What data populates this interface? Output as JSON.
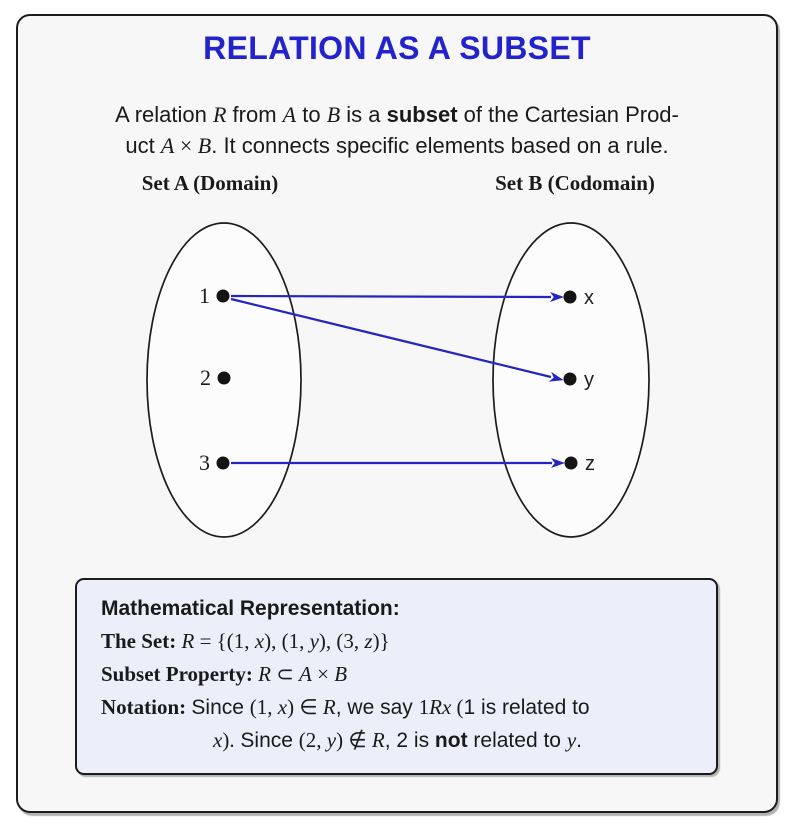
{
  "title": "RELATION AS A SUBSET",
  "intro": {
    "line1": [
      {
        "t": "A relation ",
        "s": "sf"
      },
      {
        "t": "R",
        "s": "it"
      },
      {
        "t": " from ",
        "s": "sf"
      },
      {
        "t": "A",
        "s": "it"
      },
      {
        "t": " to ",
        "s": "sf"
      },
      {
        "t": "B",
        "s": "it"
      },
      {
        "t": " is a ",
        "s": "sf"
      },
      {
        "t": "subset",
        "s": "sfb"
      },
      {
        "t": " of the Cartesian Prod-",
        "s": "sf"
      }
    ],
    "line2": [
      {
        "t": "uct ",
        "s": "sf"
      },
      {
        "t": "A",
        "s": "it"
      },
      {
        "t": " × ",
        "s": "rm"
      },
      {
        "t": "B",
        "s": "it"
      },
      {
        "t": ". It connects specific elements based on a rule.",
        "s": "sf"
      }
    ]
  },
  "diagram": {
    "set_a_label": "Set A (Domain)",
    "set_b_label": "Set B (Codomain)",
    "domain_elements": [
      "1",
      "2",
      "3"
    ],
    "codomain_elements": [
      "x",
      "y",
      "z"
    ],
    "arrows": [
      {
        "from": "1",
        "to": "x"
      },
      {
        "from": "1",
        "to": "y"
      },
      {
        "from": "3",
        "to": "z"
      }
    ]
  },
  "math_box": {
    "heading": "Mathematical Representation:",
    "the_set": [
      {
        "t": "The Set: ",
        "s": "rmb"
      },
      {
        "t": "R",
        "s": "it"
      },
      {
        "t": " = {(1, ",
        "s": "rm"
      },
      {
        "t": "x",
        "s": "it"
      },
      {
        "t": "), (1, ",
        "s": "rm"
      },
      {
        "t": "y",
        "s": "it"
      },
      {
        "t": "), (3, ",
        "s": "rm"
      },
      {
        "t": "z",
        "s": "it"
      },
      {
        "t": ")}",
        "s": "rm"
      }
    ],
    "subset_property": [
      {
        "t": "Subset Property: ",
        "s": "rmb"
      },
      {
        "t": "R",
        "s": "it"
      },
      {
        "t": " ⊂ ",
        "s": "rm"
      },
      {
        "t": "A",
        "s": "it"
      },
      {
        "t": " × ",
        "s": "rm"
      },
      {
        "t": "B",
        "s": "it"
      }
    ],
    "notation_line1": [
      {
        "t": "Notation: ",
        "s": "rmb"
      },
      {
        "t": "Since ",
        "s": "sf"
      },
      {
        "t": "(1, ",
        "s": "rm"
      },
      {
        "t": "x",
        "s": "it"
      },
      {
        "t": ") ∈ ",
        "s": "rm"
      },
      {
        "t": "R",
        "s": "it"
      },
      {
        "t": ", we say ",
        "s": "sf"
      },
      {
        "t": "1",
        "s": "rm"
      },
      {
        "t": "Rx",
        "s": "it"
      },
      {
        "t": " (",
        "s": "rm"
      },
      {
        "t": "1 is related to",
        "s": "sf"
      }
    ],
    "notation_line2": [
      {
        "t": "x",
        "s": "it"
      },
      {
        "t": ").",
        "s": "rm"
      },
      {
        "t": " Since ",
        "s": "sf"
      },
      {
        "t": "(2, ",
        "s": "rm"
      },
      {
        "t": "y",
        "s": "it"
      },
      {
        "t": ") ∉ ",
        "s": "rm"
      },
      {
        "t": "R",
        "s": "it"
      },
      {
        "t": ", 2 is ",
        "s": "sf"
      },
      {
        "t": "not",
        "s": "sfb"
      },
      {
        "t": " related to ",
        "s": "sf"
      },
      {
        "t": "y",
        "s": "it"
      },
      {
        "t": ".",
        "s": "sf"
      }
    ]
  },
  "colors": {
    "title_text": "#2323cd",
    "arrow": "#2424c2",
    "panel_bg": "#f7f7f7",
    "mathbox_bg": "#eceef9",
    "border": "#1c1c1c",
    "text": "#1a1a1a"
  }
}
